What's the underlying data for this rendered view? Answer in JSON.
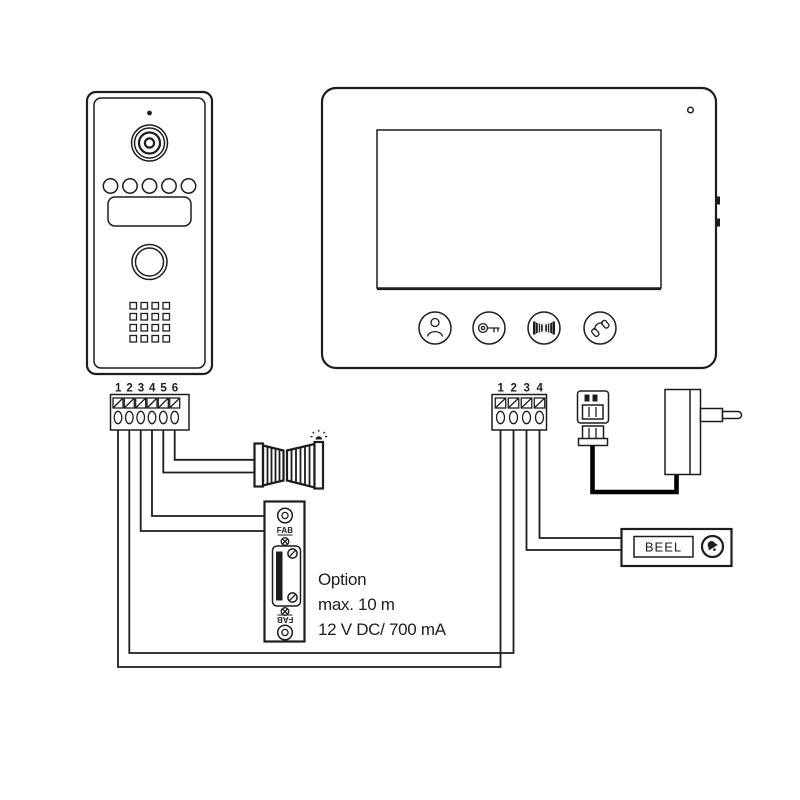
{
  "door_station": {
    "terminals": [
      "1",
      "2",
      "3",
      "4",
      "5",
      "6"
    ]
  },
  "monitor": {
    "terminals": [
      "1",
      "2",
      "3",
      "4"
    ],
    "button_icons": [
      "person-icon",
      "key-icon",
      "gate-icon",
      "phone-icon"
    ]
  },
  "door_lock": {
    "label_top": "FAB",
    "label_bottom": "FAB"
  },
  "doorbell": {
    "label": "BEEL",
    "icon": "bell-icon"
  },
  "gate": {
    "icon": "gate-lamp-icon"
  },
  "power_adapter": {
    "icon": "europlug-icon"
  },
  "note": {
    "lines": [
      "Option",
      "max. 10 m",
      "12 V DC/ 700 mA"
    ]
  },
  "colors": {
    "line": "#1d1d1b",
    "background": "#ffffff",
    "thick_wire": "#000000"
  }
}
